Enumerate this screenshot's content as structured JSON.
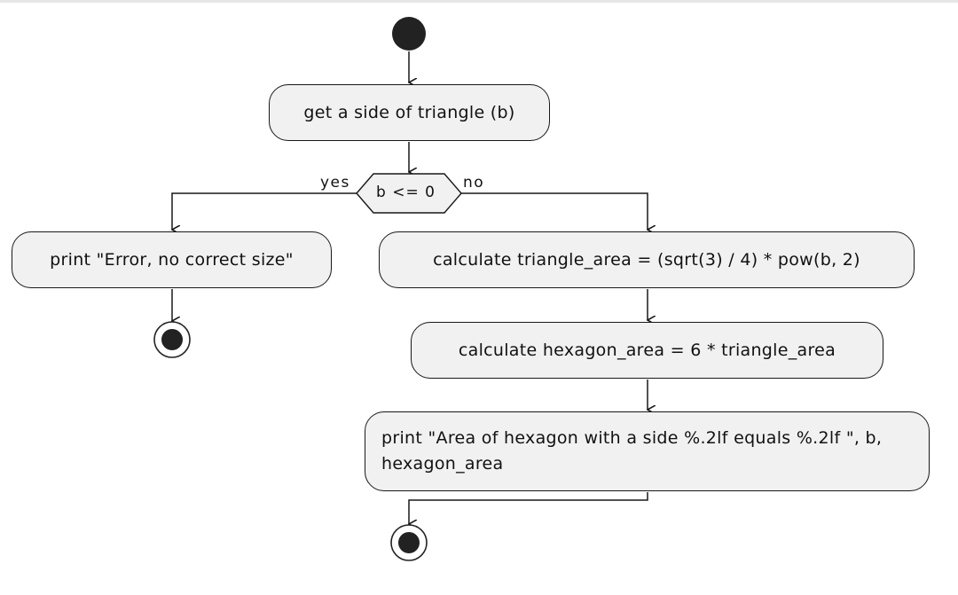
{
  "nodes": {
    "get_side": "get a side of triangle (b)",
    "print_error": "print \"Error, no correct size\"",
    "calc_triangle": "calculate triangle_area = (sqrt(3) / 4) * pow(b, 2)",
    "calc_hexagon": "calculate hexagon_area = 6 * triangle_area",
    "print_result": "print \"Area of hexagon with a side %.2lf equals %.2lf \", b, hexagon_area"
  },
  "decision": {
    "condition": "b <= 0",
    "yes_label": "yes",
    "no_label": "no"
  },
  "colors": {
    "node_fill": "#f1f1f1",
    "stroke": "#181818",
    "start_end": "#222222"
  }
}
